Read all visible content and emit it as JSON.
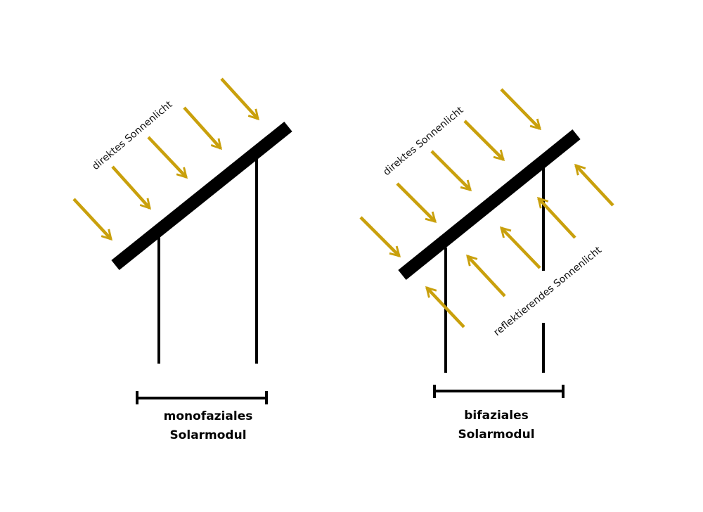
{
  "colors": {
    "arrow": "#c9a00c",
    "panel": "#000000"
  },
  "left": {
    "light_label": "direktes Sonnenlicht",
    "caption_line1": "monofaziales",
    "caption_line2": "Solarmodul"
  },
  "right": {
    "light_label": "direktes Sonnenlicht",
    "reflected_label": "reflektierendes Sonnenlicht",
    "caption_line1": "bifaziales",
    "caption_line2": "Solarmodul"
  }
}
